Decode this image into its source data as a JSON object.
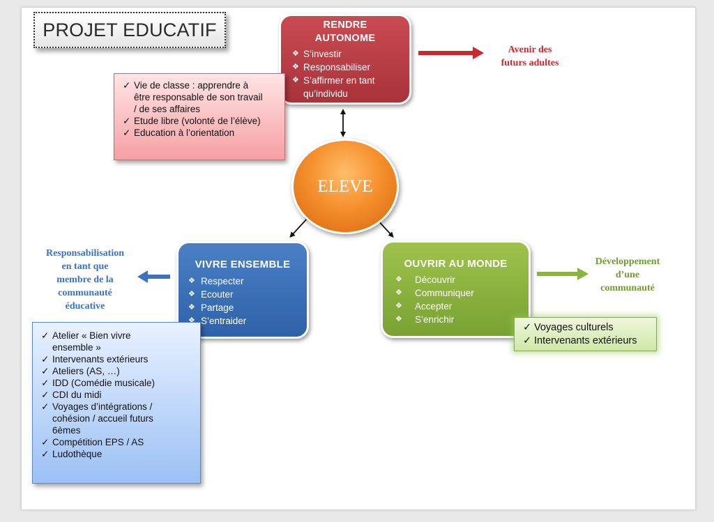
{
  "title": "PROJET EDUCATIF",
  "center": {
    "label": "ELEVE"
  },
  "nodes": {
    "rendre": {
      "heading_line1": "RENDRE",
      "heading_line2": "AUTONOME",
      "items": [
        "S’investir",
        "Responsabiliser",
        "S’affirmer en tant",
        "qu’individu"
      ]
    },
    "vivre": {
      "heading": "VIVRE ENSEMBLE",
      "items": [
        "Respecter",
        "Ecouter",
        "Partage",
        "S’entraider"
      ]
    },
    "ouvrir": {
      "heading": "OUVRIR AU MONDE",
      "items": [
        "Découvrir",
        "Communiquer",
        "Accepter",
        "S’enrichir"
      ]
    }
  },
  "details": {
    "rendre": [
      [
        "Vie de classe : apprendre à",
        "être responsable de son travail",
        "/ de ses affaires"
      ],
      [
        "Etude libre (volonté de l’élève)"
      ],
      [
        "Education à l’orientation"
      ]
    ],
    "vivre": [
      [
        "Atelier « Bien vivre",
        "ensemble »"
      ],
      [
        "Intervenants extérieurs"
      ],
      [
        "Ateliers (AS, …)"
      ],
      [
        "IDD (Comédie musicale)"
      ],
      [
        "CDI du midi"
      ],
      [
        "Voyages d’intégrations /",
        "cohésion / accueil futurs",
        "6èmes"
      ],
      [
        "Compétition EPS / AS"
      ],
      [
        "Ludothèque"
      ]
    ],
    "ouvrir": [
      [
        "Voyages culturels"
      ],
      [
        "Intervenants extérieurs"
      ]
    ]
  },
  "outcomes": {
    "rendre": [
      "Avenir des",
      "futurs adultes"
    ],
    "vivre": [
      "Responsabilisation",
      "en tant que",
      "membre de la",
      "communauté",
      "éducative"
    ],
    "ouvrir": [
      "Développement",
      "d’une",
      "communauté"
    ]
  },
  "symbols": {
    "diamond": "❖",
    "check": "✓"
  },
  "colors": {
    "red": "#b83c43",
    "blue": "#3a6fb5",
    "green": "#8bb43f",
    "orange": "#f28a2a"
  }
}
